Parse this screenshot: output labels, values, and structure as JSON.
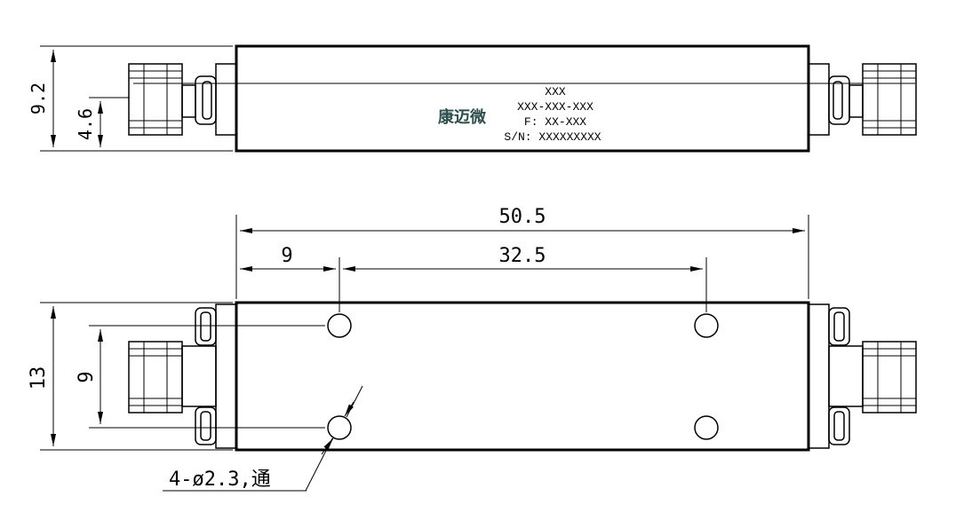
{
  "colors": {
    "line": "#000000",
    "background": "#ffffff",
    "brand": "#2f4f4f"
  },
  "side_view": {
    "label": {
      "model": "XXX",
      "part_number": "XXX-XXX-XXX",
      "frequency": "F: XX-XXX",
      "serial": "S/N: XXXXXXXXX",
      "brand": "康迈微"
    },
    "dimensions": {
      "height": "9.2",
      "connector_center": "4.6"
    }
  },
  "top_view": {
    "dimensions": {
      "length": "50.5",
      "hole_offset": "9",
      "hole_spacing": "32.5",
      "width": "13",
      "hole_pitch": "9"
    },
    "hole_callout": "4-ø2.3,通"
  }
}
